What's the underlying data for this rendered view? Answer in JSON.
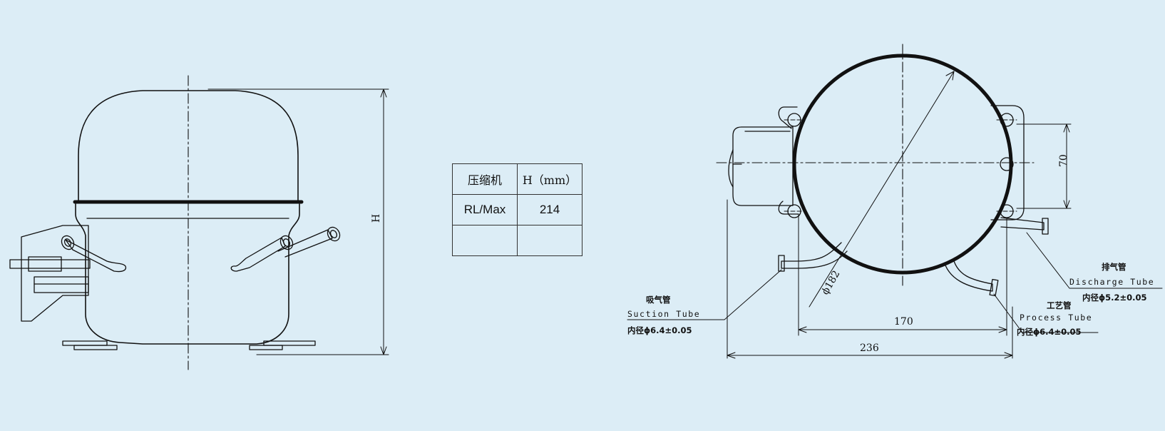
{
  "table": {
    "header_model": "压缩机",
    "header_h": "H（mm）",
    "row1_model": "RL/Max",
    "row1_h": "214",
    "row2_model": "",
    "row2_h": ""
  },
  "side_view": {
    "height_label": "H"
  },
  "top_view": {
    "dia_label": "ϕ182",
    "w170": "170",
    "w236": "236",
    "h70": "70"
  },
  "suction": {
    "cn": "吸气管",
    "en": "Suction Tube",
    "spec": "内径ϕ6.4±0.05"
  },
  "process": {
    "cn": "工艺管",
    "en": "Process Tube",
    "spec": "内径ϕ6.4±0.05"
  },
  "discharge": {
    "cn": "排气管",
    "en": "Discharge Tube",
    "spec": "内径ϕ5.2±0.05"
  },
  "colors": {
    "background": "#dcedf6",
    "line": "#111111"
  }
}
